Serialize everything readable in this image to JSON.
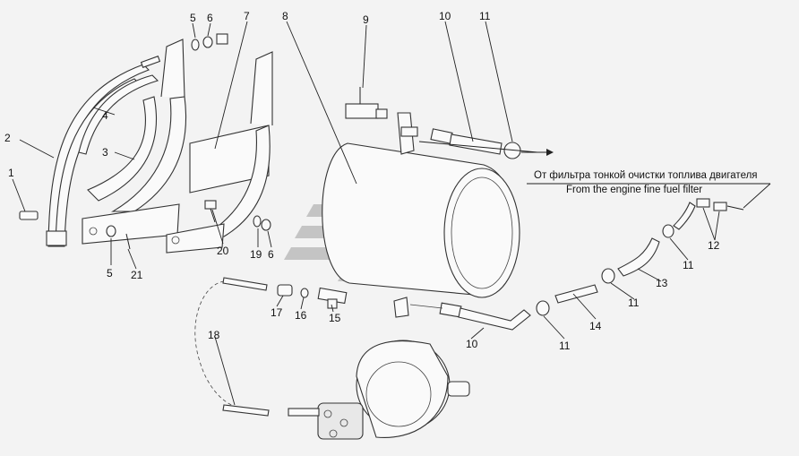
{
  "caption": {
    "ru": "От фильтра тонкой очистки топлива двигателя",
    "en": "From the engine fine fuel filter"
  },
  "callouts": [
    {
      "id": "c1",
      "text": "1"
    },
    {
      "id": "c2",
      "text": "2"
    },
    {
      "id": "c3",
      "text": "3"
    },
    {
      "id": "c4",
      "text": "4"
    },
    {
      "id": "c5a",
      "text": "5"
    },
    {
      "id": "c5b",
      "text": "5"
    },
    {
      "id": "c6a",
      "text": "6"
    },
    {
      "id": "c6b",
      "text": "6"
    },
    {
      "id": "c7",
      "text": "7"
    },
    {
      "id": "c8",
      "text": "8"
    },
    {
      "id": "c9",
      "text": "9"
    },
    {
      "id": "c10a",
      "text": "10"
    },
    {
      "id": "c10b",
      "text": "10"
    },
    {
      "id": "c11a",
      "text": "11"
    },
    {
      "id": "c11b",
      "text": "11"
    },
    {
      "id": "c11c",
      "text": "11"
    },
    {
      "id": "c11d",
      "text": "11"
    },
    {
      "id": "c11e",
      "text": "11"
    },
    {
      "id": "c12",
      "text": "12"
    },
    {
      "id": "c13",
      "text": "13"
    },
    {
      "id": "c14",
      "text": "14"
    },
    {
      "id": "c15",
      "text": "15"
    },
    {
      "id": "c16",
      "text": "16"
    },
    {
      "id": "c17",
      "text": "17"
    },
    {
      "id": "c18",
      "text": "18"
    },
    {
      "id": "c19",
      "text": "19"
    },
    {
      "id": "c20",
      "text": "20"
    },
    {
      "id": "c21",
      "text": "21"
    }
  ],
  "colors": {
    "line": "#222222",
    "watermark": "#b9b9b9",
    "background": "#f3f3f3"
  }
}
